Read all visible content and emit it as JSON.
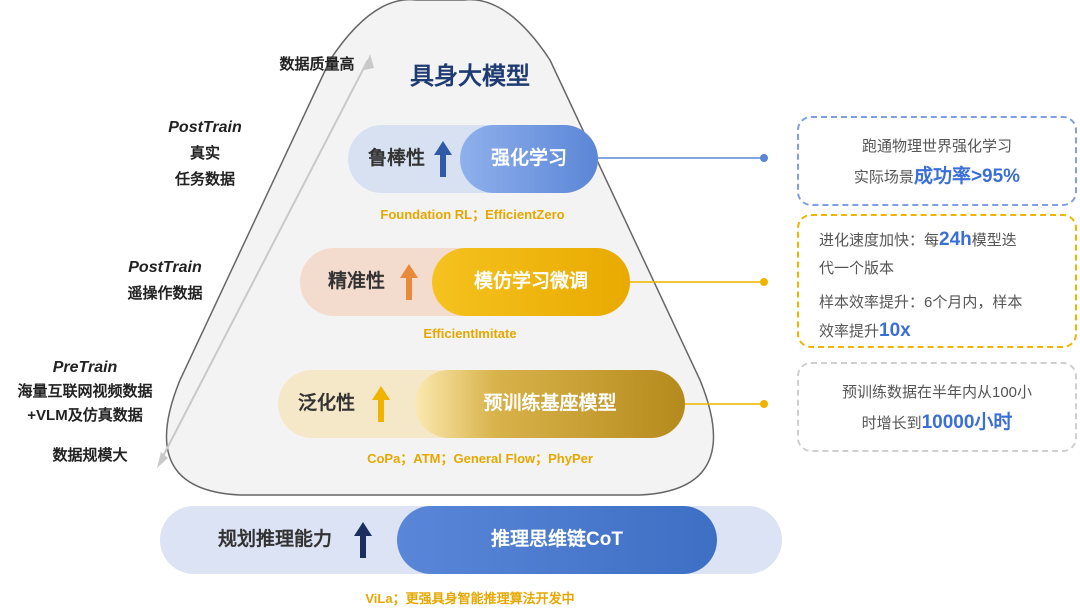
{
  "title": "具身大模型",
  "left": {
    "quality_label": "数据质量高",
    "scale_label": "数据规模大",
    "post1_tag": "PostTrain",
    "post1_l1": "真实",
    "post1_l2": "任务数据",
    "post2_tag": "PostTrain",
    "post2_l1": "遥操作数据",
    "pre_tag": "PreTrain",
    "pre_l1": "海量互联网视频数据",
    "pre_l2": "+VLM及仿真数据"
  },
  "rows": [
    {
      "attr": "鲁棒性",
      "method": "强化学习",
      "examples": "Foundation RL；EfficientZero",
      "color": "#5b86d6"
    },
    {
      "attr": "精准性",
      "method": "模仿学习微调",
      "examples": "EfficientImitate",
      "color": "#f0b400"
    },
    {
      "attr": "泛化性",
      "method": "预训练基座模型",
      "examples": "CoPa；ATM；General Flow；PhyPer",
      "color": "#c8a23a"
    },
    {
      "attr": "规划推理能力",
      "method": "推理思维链CoT",
      "examples": "ViLa；更强具身智能推理算法开发中",
      "color": "#3d6fc4"
    }
  ],
  "cards": {
    "c1_l1": "跑通物理世界强化学习",
    "c1_l2_pre": "实际场景",
    "c1_l2_hl": "成功率>95%",
    "c2_l1_pre": "进化速度加快：每",
    "c2_l1_hl": "24h",
    "c2_l1_post": "模型迭",
    "c2_l2": "代一个版本",
    "c2_l3": "样本效率提升：6个月内，样本",
    "c2_l4_pre": "效率提升",
    "c2_l4_hl": "10x",
    "c3_l1": "预训练数据在半年内从100小",
    "c3_l2_pre": "时增长到",
    "c3_l2_hl": "10000小时"
  }
}
